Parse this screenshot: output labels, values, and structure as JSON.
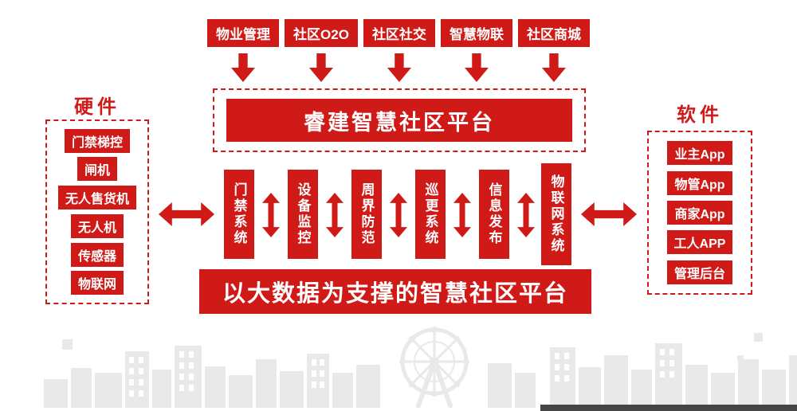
{
  "colors": {
    "red": "#cf1a17",
    "skyline": "#e9e9e9"
  },
  "top_modules": [
    "物业管理",
    "社区O2O",
    "社区社交",
    "智慧物联",
    "社区商城"
  ],
  "platform_title": "睿建智慧社区平台",
  "hardware": {
    "title": "硬件",
    "items": [
      "门禁梯控",
      "闸机",
      "无人售货机",
      "无人机",
      "传感器",
      "物联网"
    ]
  },
  "software": {
    "title": "软件",
    "items": [
      "业主App",
      "物管App",
      "商家App",
      "工人APP",
      "管理后台"
    ]
  },
  "systems": [
    "门禁系统",
    "设备监控",
    "周界防范",
    "巡更系统",
    "信息发布",
    "物联网系统"
  ],
  "banner_title": "以大数据为支撑的智慧社区平台"
}
